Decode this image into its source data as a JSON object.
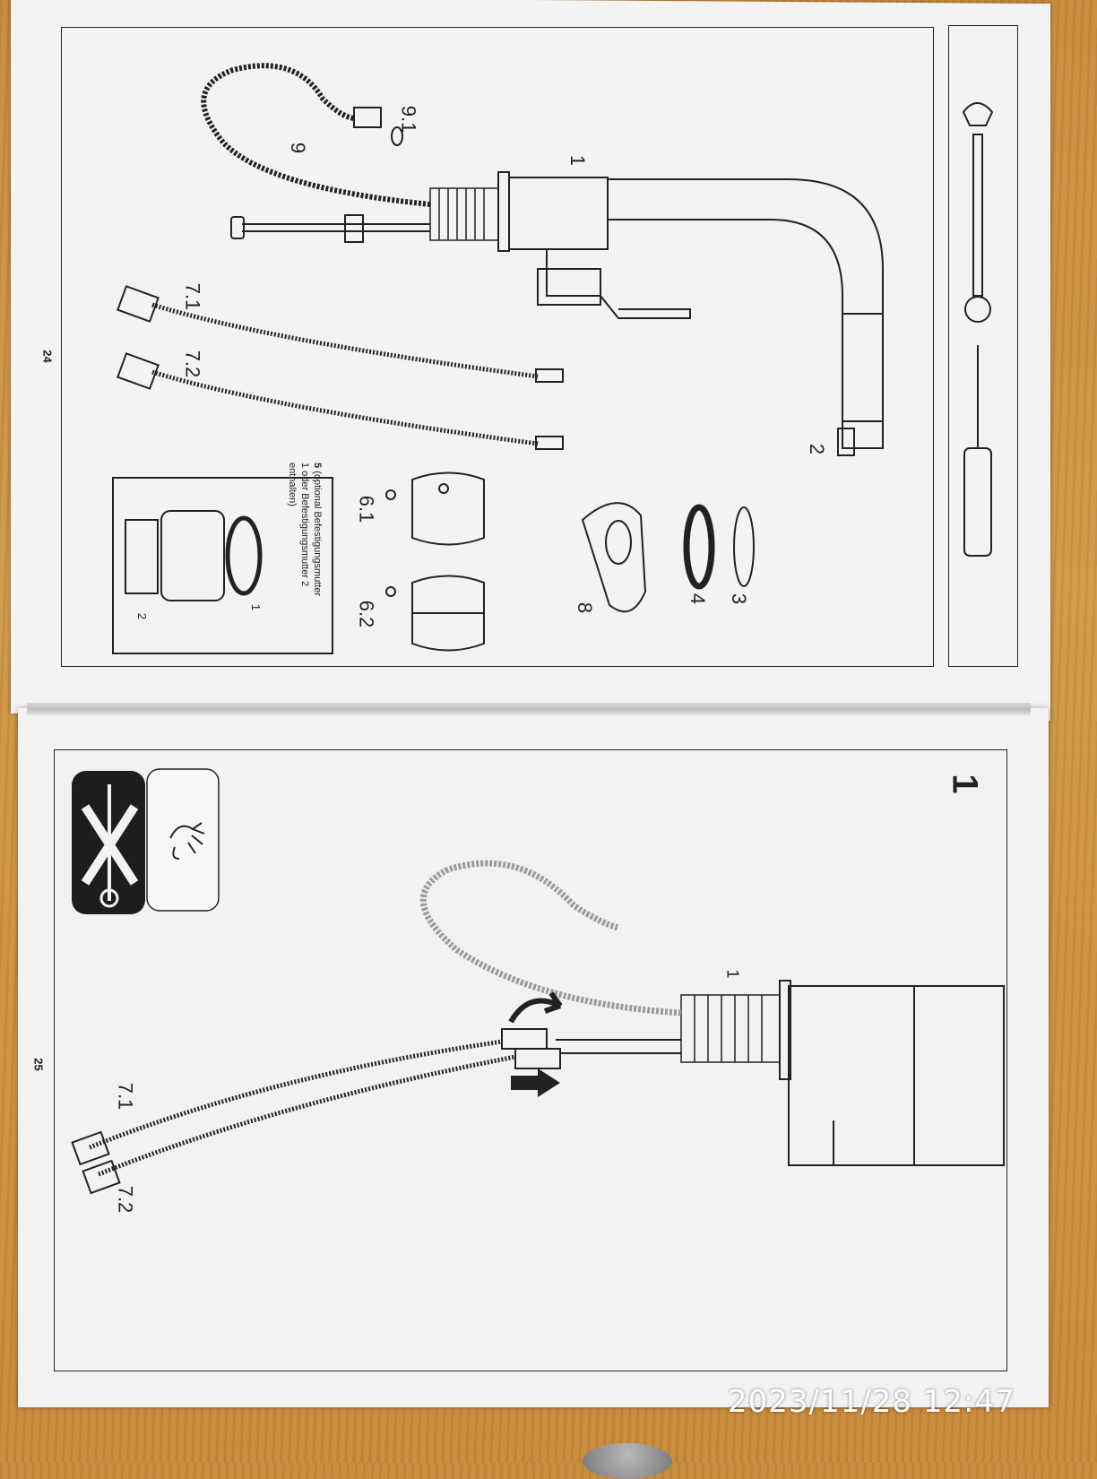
{
  "left_page": {
    "page_number": "24",
    "part_labels": {
      "faucet": "1",
      "spray_head": "2",
      "washer": "3",
      "gasket": "4",
      "hose_7_1": "7.1",
      "hose_7_2": "7.2",
      "plate_6_1": "6.1",
      "plate_6_2": "6.2",
      "escutcheon": "8",
      "pull_hose": "9",
      "hose_connector": "9.1"
    },
    "optional_note": {
      "number": "5",
      "line1": "(optional Befestigungsmutter",
      "line2": "1 oder Befestigungsmutter 2",
      "line3": "enthalten)",
      "nut_1": "1",
      "nut_2": "2"
    },
    "tools": [
      "wrench-icon",
      "screwdriver-icon"
    ]
  },
  "right_page": {
    "page_number": "25",
    "step_number": "1",
    "part_labels": {
      "faucet": "1",
      "hose_7_1": "7.1",
      "hose_7_2": "7.2"
    },
    "tool_icons": [
      "hand-icon",
      "no-wrench-icon"
    ]
  },
  "photo": {
    "timestamp": "2023/11/28  12:47"
  },
  "colors": {
    "paper": "#f3f3f1",
    "ink": "#222222",
    "table": "#c98d3e"
  }
}
